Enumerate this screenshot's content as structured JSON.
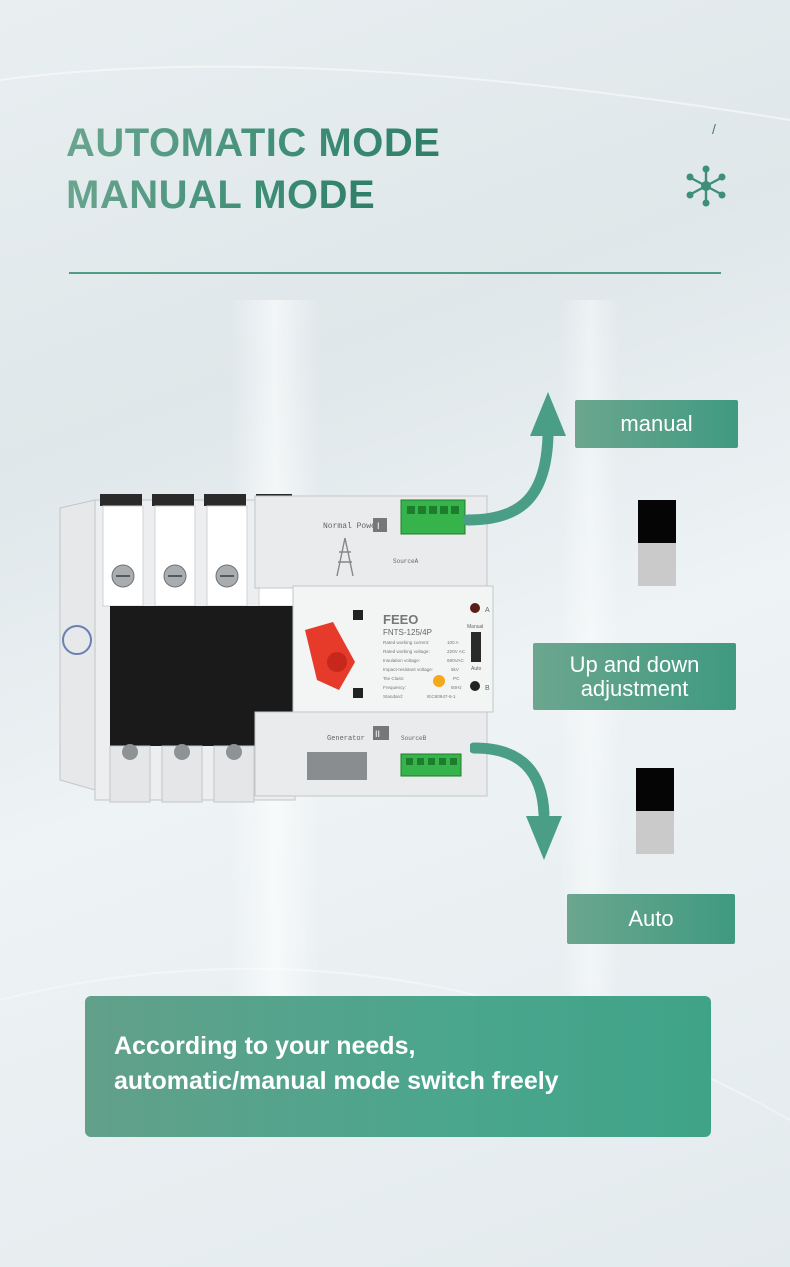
{
  "heading": {
    "line1": "AUTOMATIC MODE",
    "line2": "MANUAL MODE",
    "mark": "/"
  },
  "icons": {
    "hub": "network-hub-icon"
  },
  "product": {
    "brand": "FEEO",
    "model": "FNTS-125/4P",
    "normal_power": "Normal Power",
    "generator": "Generator",
    "source_a": "SourceA",
    "source_b": "SourceB",
    "roman_1": "I",
    "roman_2": "II",
    "manual_label": "Manual",
    "auto_label": "Auto",
    "indicator_a": "A",
    "indicator_b": "B",
    "specs": [
      {
        "label": "Rated working current:",
        "value": "100 A"
      },
      {
        "label": "Rated working voltage:",
        "value": "220V AC"
      },
      {
        "label": "Insulation voltage:",
        "value": "690VAC"
      },
      {
        "label": "Impact-resistant voltage:",
        "value": "5kV"
      },
      {
        "label": "Tse Class:",
        "value": "PC"
      },
      {
        "label": "Frequency:",
        "value": "50Hz"
      },
      {
        "label": "Standard:",
        "value": "IEC60947-6-1"
      }
    ]
  },
  "labels": {
    "manual": "manual",
    "up_down_1": "Up and down",
    "up_down_2": "adjustment",
    "auto": "Auto"
  },
  "banner": {
    "line1": "According to your needs,",
    "line2": "automatic/manual mode switch freely"
  },
  "colors": {
    "accent": "#4f9b84",
    "accent_dark": "#2f7f68",
    "toggle_dark": "#050505",
    "toggle_light": "#c9cac9",
    "handle_red": "#e63a2a"
  }
}
